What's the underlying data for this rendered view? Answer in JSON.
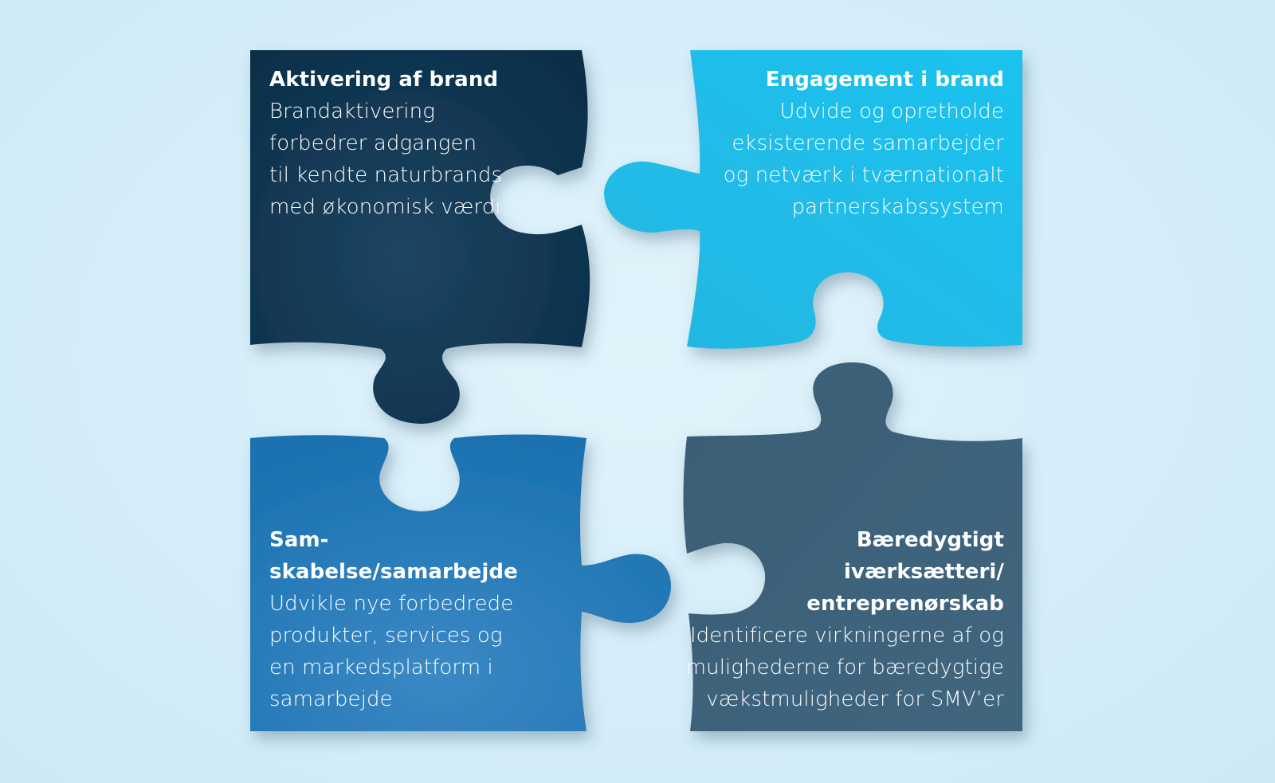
{
  "colors": {
    "background": "#d6eef9",
    "piece_top_left": "#0e3450",
    "piece_top_right": "#1fb9e6",
    "piece_bottom_left": "#1f7ab8",
    "piece_bottom_right": "#3a6078",
    "text": "#ffffff"
  },
  "pieces": {
    "top_left": {
      "title": "Aktivering af brand",
      "body": "Brandaktivering\nforbedrer adgangen\ntil kendte naturbrands\nmed økonomisk værdi"
    },
    "top_right": {
      "title": "Engagement i brand",
      "body": "Udvide og opretholde\neksisterende samarbejder\nog netværk i tværnationalt\npartnerskabssystem"
    },
    "bottom_left": {
      "title": "Sam-skabelse/samarbejde",
      "body": "Udvikle nye forbedrede\nprodukter, services og\nen markedsplatform i\nsamarbejde"
    },
    "bottom_right": {
      "title": "Bæredygtigt\niværksætteri/\nentreprenørskab",
      "body": "Identificere virkningerne af og\nmulighederne for bæredygtige\nvækstmuligheder for SMV’er"
    }
  }
}
